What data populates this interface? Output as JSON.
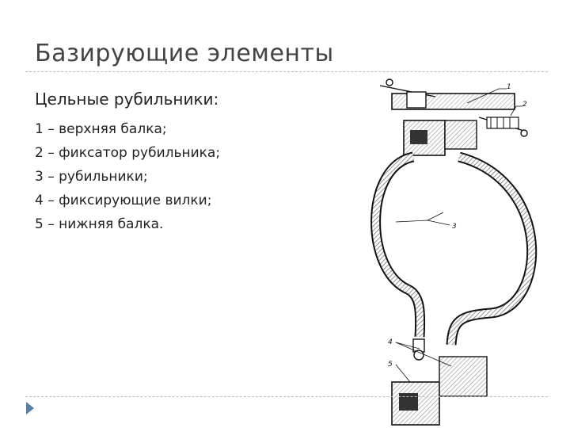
{
  "slide": {
    "title": "Базирующие элементы",
    "subtitle": "Цельные рубильники:",
    "items": [
      "1 – верхняя балка;",
      "2 – фиксатор рубильника;",
      "3 – рубильники;",
      "4 – фиксирующие вилки;",
      "5 – нижняя балка."
    ]
  },
  "figure": {
    "callouts": [
      "1",
      "2",
      "3",
      "4",
      "5"
    ]
  },
  "colors": {
    "title": "#444444",
    "rule": "#bcbcbc",
    "nav_arrow": "#5a7fa6"
  },
  "icons": {
    "nav": "play-triangle-icon"
  }
}
